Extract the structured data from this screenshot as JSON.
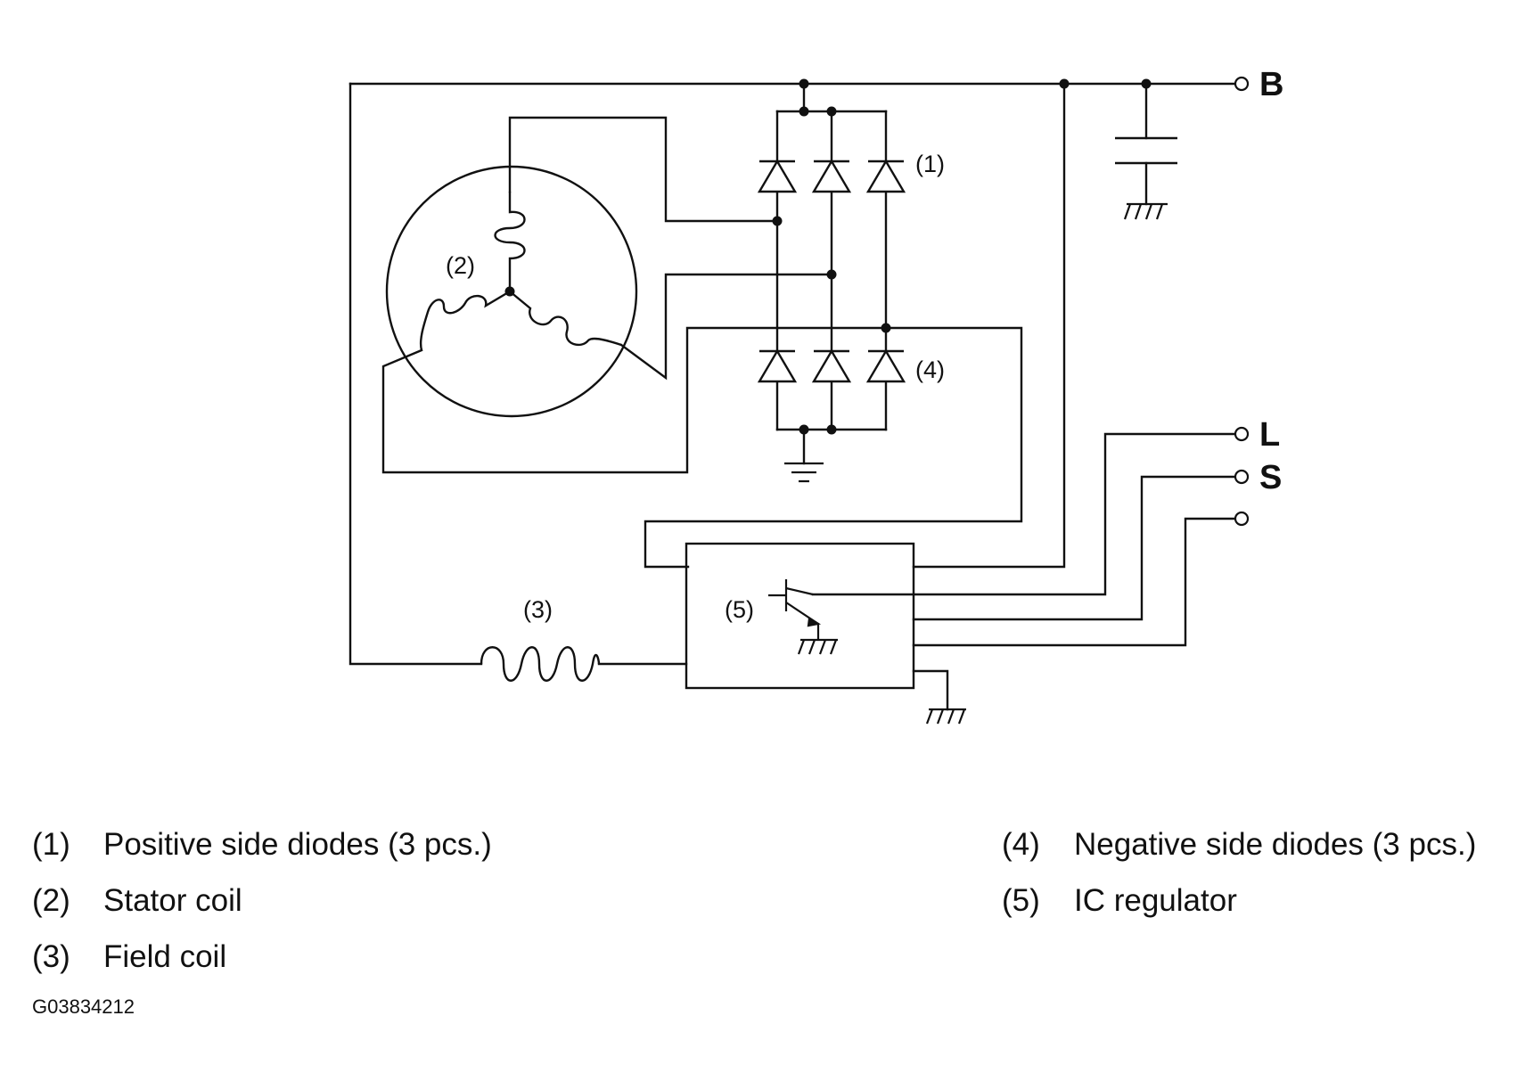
{
  "diagram": {
    "callouts": {
      "positive_diodes": "(1)",
      "stator_coil": "(2)",
      "field_coil": "(3)",
      "negative_diodes": "(4)",
      "ic_regulator": "(5)"
    },
    "terminals": {
      "b": "B",
      "l": "L",
      "s": "S"
    }
  },
  "legend": [
    {
      "num": "(1)",
      "text": "Positive side diodes (3 pcs.)"
    },
    {
      "num": "(2)",
      "text": "Stator coil"
    },
    {
      "num": "(3)",
      "text": "Field coil"
    },
    {
      "num": "(4)",
      "text": "Negative side diodes (3 pcs.)"
    },
    {
      "num": "(5)",
      "text": "IC regulator"
    }
  ],
  "figure_id": "G03834212"
}
